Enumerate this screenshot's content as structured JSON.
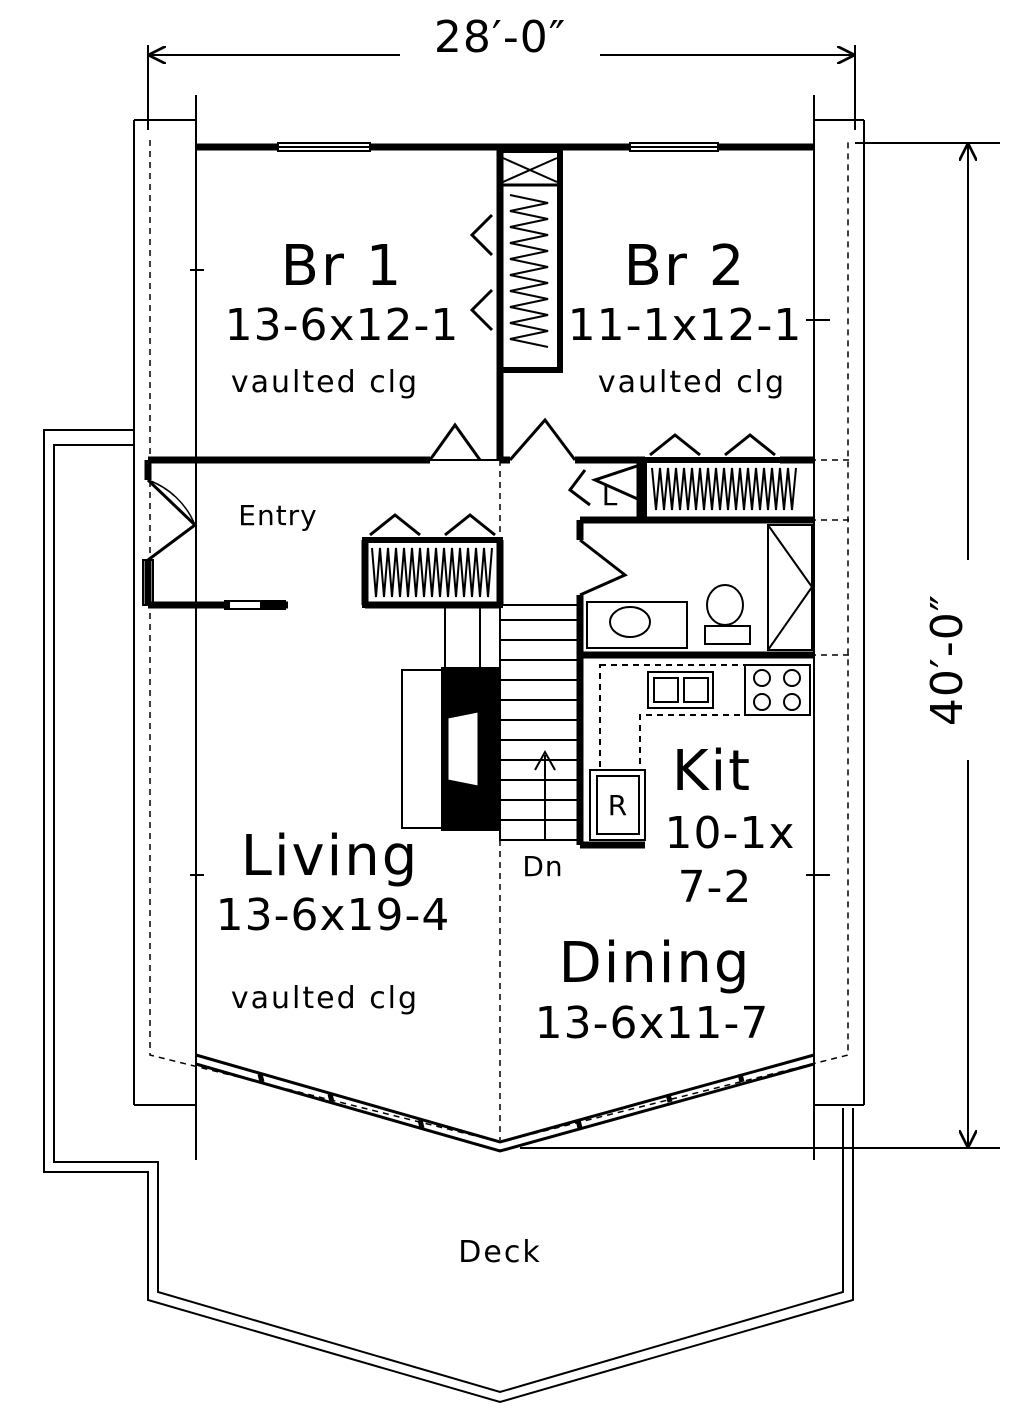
{
  "dimensions": {
    "width": "28′-0″",
    "depth": "40′-0″"
  },
  "rooms": {
    "br1": {
      "name": "Br 1",
      "size": "13-6x12-1",
      "note": "vaulted clg"
    },
    "br2": {
      "name": "Br 2",
      "size": "11-1x12-1",
      "note": "vaulted clg"
    },
    "entry": {
      "name": "Entry"
    },
    "living": {
      "name": "Living",
      "size": "13-6x19-4",
      "note": "vaulted clg"
    },
    "kitchen": {
      "name": "Kit",
      "size_line1": "10-1x",
      "size_line2": "7-2"
    },
    "dining": {
      "name": "Dining",
      "size": "13-6x11-7"
    },
    "deck": {
      "name": "Deck"
    }
  },
  "fixtures": {
    "linen": "L",
    "refrigerator": "R",
    "stairs": "Dn"
  }
}
